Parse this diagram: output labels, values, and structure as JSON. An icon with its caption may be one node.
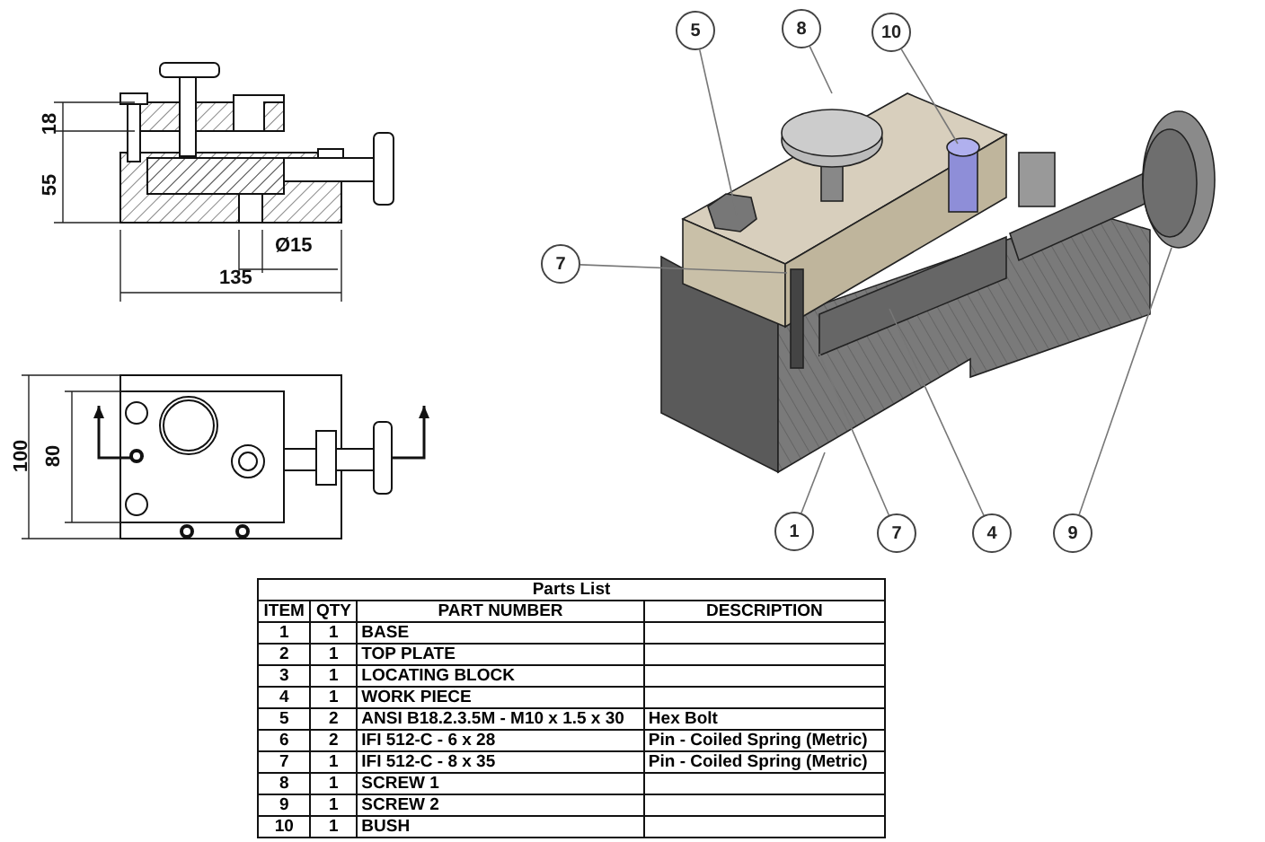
{
  "diagram": {
    "nodes": [
      {
        "text": [
          "5"
        ]
      },
      {
        "text": [
          "8"
        ]
      },
      {
        "text": [
          "10"
        ]
      },
      {
        "text": [
          "7"
        ]
      },
      {
        "text": [
          "1"
        ]
      },
      {
        "text": [
          "7"
        ]
      },
      {
        "text": [
          "4"
        ]
      },
      {
        "text": [
          "9"
        ]
      }
    ],
    "edges": [
      {
        "from": 0,
        "to": null,
        "arrow": "none"
      },
      {
        "from": 1,
        "to": null,
        "arrow": "none"
      },
      {
        "from": 2,
        "to": null,
        "arrow": "none"
      },
      {
        "from": 3,
        "to": null,
        "arrow": "none"
      },
      {
        "from": 4,
        "to": null,
        "arrow": "none"
      },
      {
        "from": 5,
        "to": null,
        "arrow": "none"
      },
      {
        "from": 6,
        "to": null,
        "arrow": "none"
      },
      {
        "from": 7,
        "to": null,
        "arrow": "none"
      }
    ],
    "labels": [
      "18",
      "55",
      "Ø15",
      "135",
      "100",
      "80",
      "Parts List",
      "ITEM",
      "QTY",
      "PART NUMBER",
      "DESCRIPTION",
      "1",
      "1",
      "BASE",
      "2",
      "1",
      "TOP PLATE",
      "3",
      "1",
      "LOCATING BLOCK",
      "4",
      "1",
      "WORK PIECE",
      "5",
      "2",
      "ANSI B18.2.3.5M - M10 x 1.5 x 30",
      "Hex Bolt",
      "6",
      "2",
      "IFI 512-C - 6 x 28",
      "Pin - Coiled Spring (Metric)",
      "7",
      "1",
      "IFI 512-C - 8 x 35",
      "Pin - Coiled Spring (Metric)",
      "8",
      "1",
      "SCREW 1",
      "9",
      "1",
      "SCREW 2",
      "10",
      "1",
      "BUSH"
    ]
  }
}
